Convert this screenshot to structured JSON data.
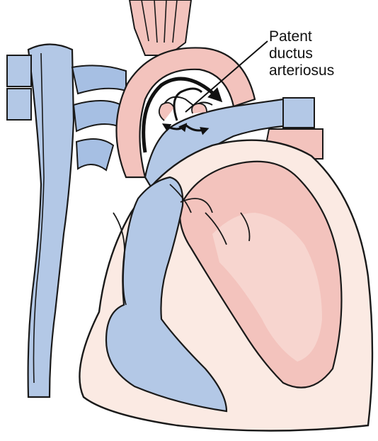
{
  "annotation": {
    "lines": [
      "Patent",
      "ductus",
      "arteriosus"
    ]
  },
  "colors": {
    "oxygen_poor_blood": "#b3c8e6",
    "oxygen_poor_deep": "#a6bfe3",
    "oxygen_rich_blood": "#f3c3bd",
    "oxygen_rich_light": "#f7d5cf",
    "heart_wall": "#fbeae3",
    "outline": "#1a1a1a",
    "arrow": "#111111"
  },
  "icons": {
    "flow_arrows": "curved-arrow-icon"
  }
}
